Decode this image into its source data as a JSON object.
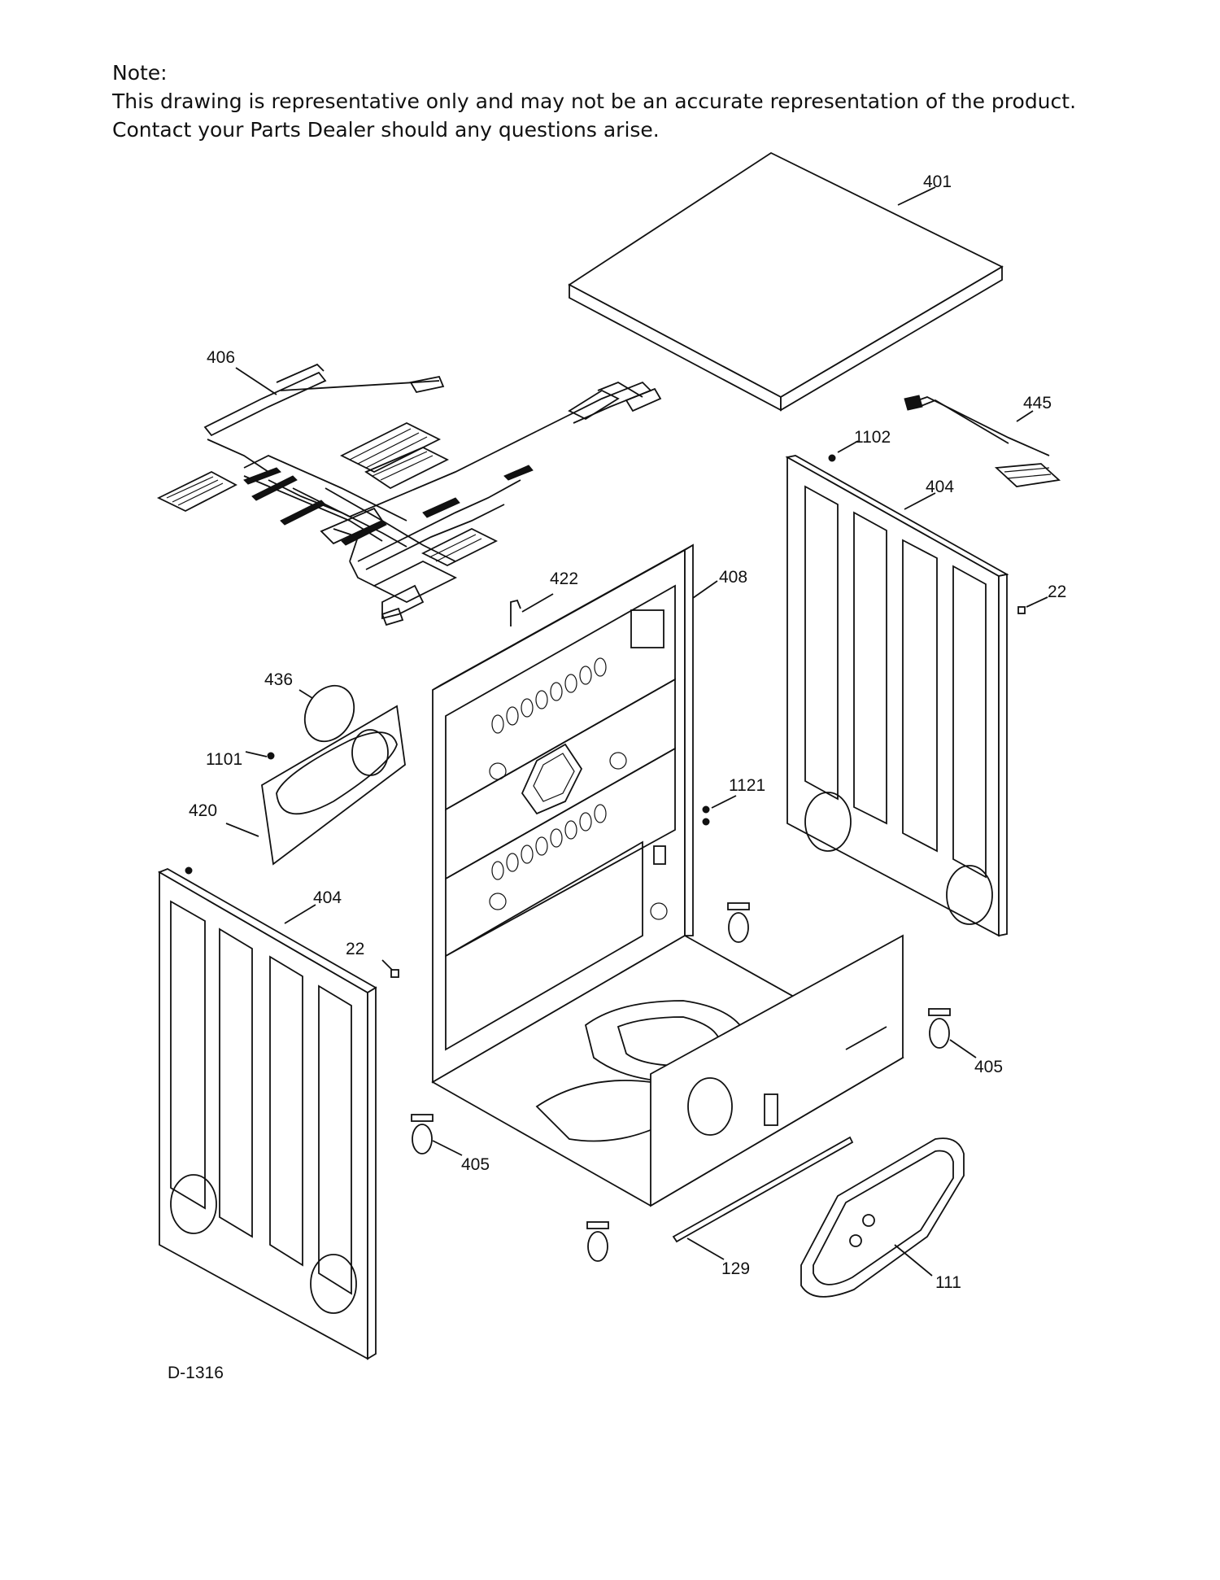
{
  "note": {
    "heading": "Note:",
    "line1": "This drawing is representative only and may not be an accurate representation of the product.",
    "line2": "Contact your Parts Dealer should any questions arise."
  },
  "drawing_code": "D-1316",
  "callouts": {
    "c401": "401",
    "c406": "406",
    "c445": "445",
    "c1102": "1102",
    "c404_right": "404",
    "c22_right": "22",
    "c422": "422",
    "c408": "408",
    "c436": "436",
    "c1101": "1101",
    "c420": "420",
    "c1121": "1121",
    "c404_left": "404",
    "c22_left": "22",
    "c405_right": "405",
    "c405_left": "405",
    "c129": "129",
    "c111": "111"
  }
}
